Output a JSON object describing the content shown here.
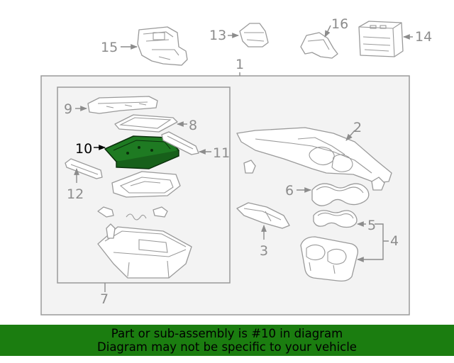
{
  "diagram": {
    "callouts": {
      "c1": "1",
      "c2": "2",
      "c3": "3",
      "c4": "4",
      "c5": "5",
      "c6": "6",
      "c7": "7",
      "c8": "8",
      "c9": "9",
      "c10": "10",
      "c11": "11",
      "c12": "12",
      "c13": "13",
      "c14": "14",
      "c15": "15",
      "c16": "16"
    },
    "highlighted_part": "10",
    "highlight_color": "#1b7d10"
  },
  "banner": {
    "line1": "Part or sub-assembly is #10 in diagram",
    "line2": "Diagram may not be specific to your vehicle",
    "background": "#1b7d10"
  }
}
